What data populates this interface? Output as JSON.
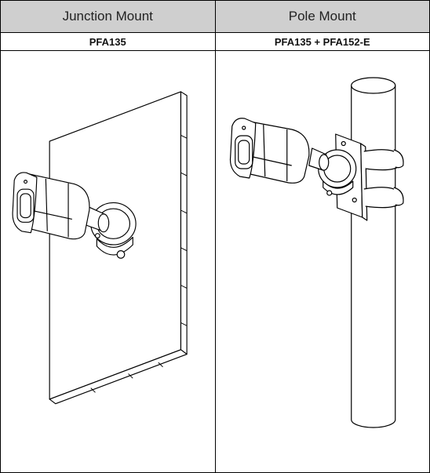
{
  "table": {
    "headers": [
      "Junction Mount",
      "Pole Mount"
    ],
    "models": [
      "PFA135",
      "PFA135 + PFA152-E"
    ]
  },
  "illustrations": [
    {
      "name": "camera-on-wall-junction-box"
    },
    {
      "name": "camera-on-pole-bracket"
    }
  ]
}
